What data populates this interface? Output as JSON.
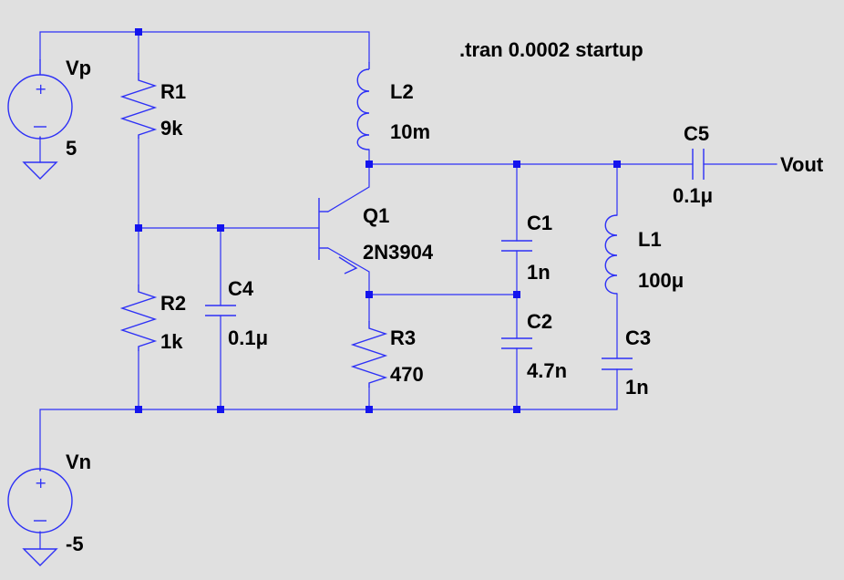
{
  "directive": ".tran 0.0002 startup",
  "output_label": "Vout",
  "components": {
    "vp": {
      "name": "Vp",
      "value": "5"
    },
    "vn": {
      "name": "Vn",
      "value": "-5"
    },
    "r1": {
      "name": "R1",
      "value": "9k"
    },
    "r2": {
      "name": "R2",
      "value": "1k"
    },
    "r3": {
      "name": "R3",
      "value": "470"
    },
    "l1": {
      "name": "L1",
      "value": "100μ"
    },
    "l2": {
      "name": "L2",
      "value": "10m"
    },
    "c1": {
      "name": "C1",
      "value": "1n"
    },
    "c2": {
      "name": "C2",
      "value": "4.7n"
    },
    "c3": {
      "name": "C3",
      "value": "1n"
    },
    "c4": {
      "name": "C4",
      "value": "0.1μ"
    },
    "c5": {
      "name": "C5",
      "value": "0.1μ"
    },
    "q1": {
      "name": "Q1",
      "value": "2N3904"
    }
  },
  "colors": {
    "background": "#e0e0e0",
    "wire": "#2d30f6",
    "node": "#1414ee",
    "text": "#000000"
  }
}
